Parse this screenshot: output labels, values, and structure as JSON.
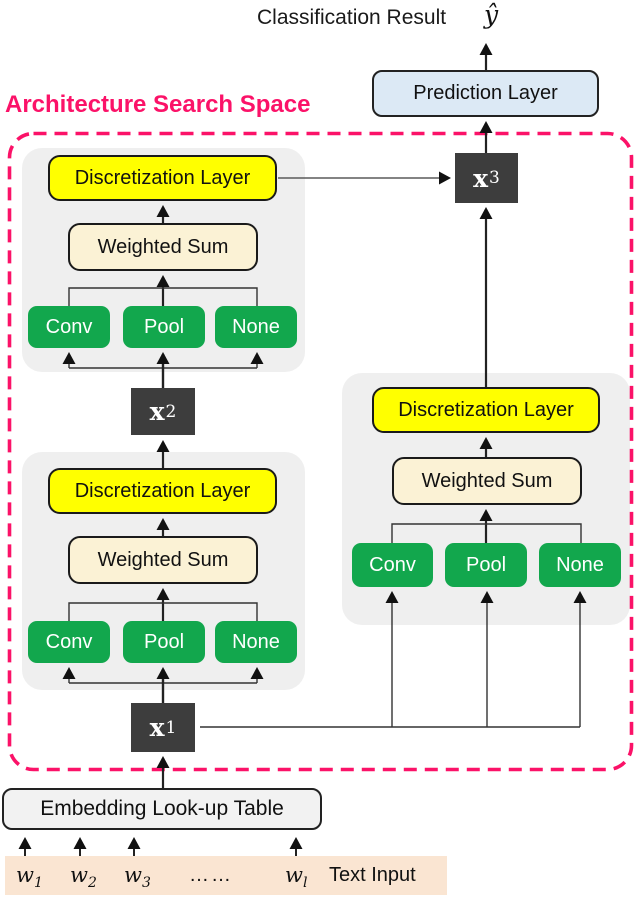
{
  "header": {
    "classification_result": "Classification Result",
    "y_hat": "ŷ"
  },
  "prediction_layer": {
    "label": "Prediction Layer"
  },
  "search_space": {
    "title": "Architecture Search Space"
  },
  "cells": [
    {
      "name": "top-left",
      "discretization": "Discretization Layer",
      "weighted_sum": "Weighted Sum",
      "ops": [
        "Conv",
        "Pool",
        "None"
      ]
    },
    {
      "name": "bottom-left",
      "discretization": "Discretization Layer",
      "weighted_sum": "Weighted Sum",
      "ops": [
        "Conv",
        "Pool",
        "None"
      ]
    },
    {
      "name": "right",
      "discretization": "Discretization Layer",
      "weighted_sum": "Weighted Sum",
      "ops": [
        "Conv",
        "Pool",
        "None"
      ]
    }
  ],
  "nodes": {
    "x1": {
      "base": "x",
      "sub": "1"
    },
    "x2": {
      "base": "x",
      "sub": "2"
    },
    "x3": {
      "base": "x",
      "sub": "3"
    }
  },
  "embedding": {
    "label": "Embedding Look-up Table"
  },
  "text_input": {
    "label": "Text Input",
    "ellipsis": "……",
    "tokens": [
      {
        "base": "w",
        "sub": "1"
      },
      {
        "base": "w",
        "sub": "2"
      },
      {
        "base": "w",
        "sub": "3"
      },
      {
        "base": "w",
        "sub": "l"
      }
    ]
  },
  "colors": {
    "accent_pink": "#FB1268",
    "discretization_yellow": "#FFFF00",
    "weighted_sum_cream": "#FBF2D5",
    "op_green": "#12A74D",
    "node_dark": "#3D3D3D",
    "prediction_blue": "#DCE9F5",
    "cell_gray": "#EFEFEF",
    "embedding_gray": "#F2F2F2",
    "text_input_peach": "#FAE5D2"
  }
}
